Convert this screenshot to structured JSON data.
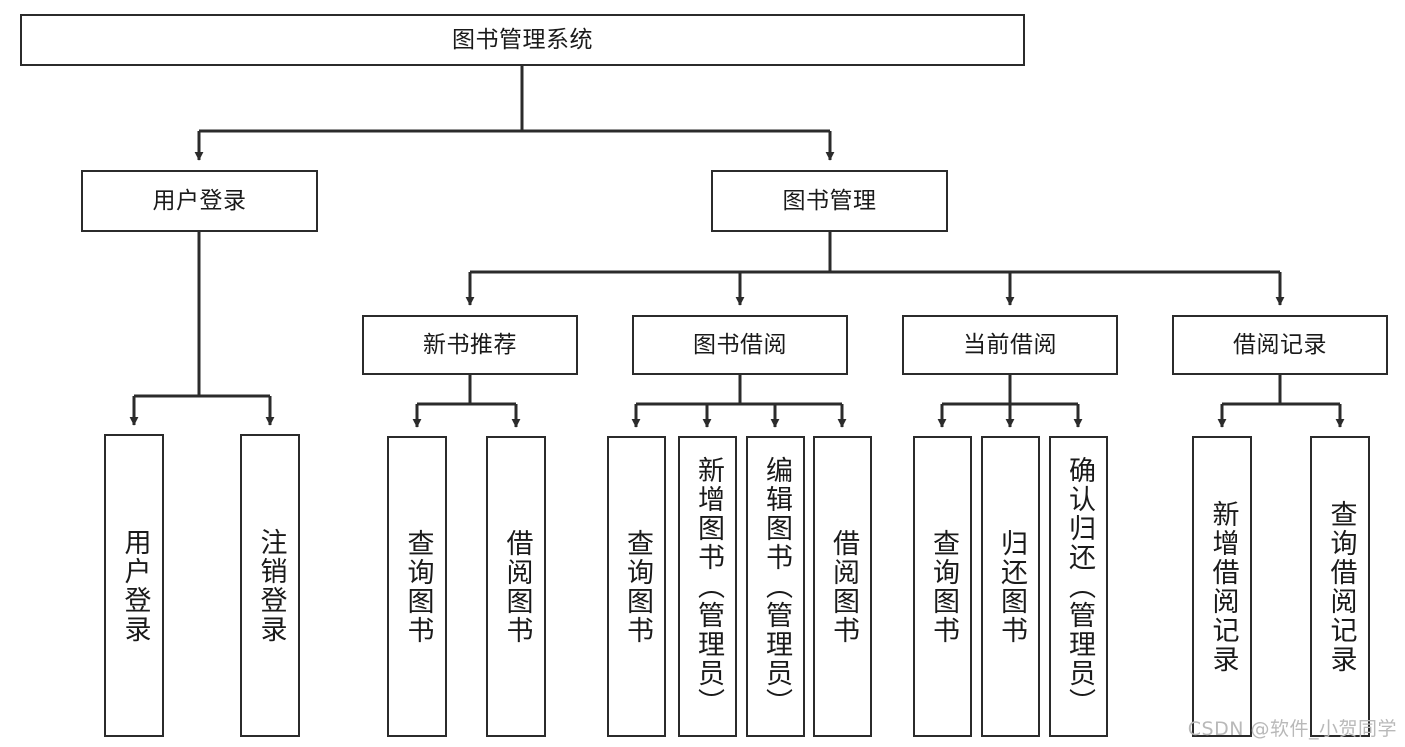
{
  "diagram": {
    "title": "图书管理系统",
    "type": "hierarchy-tree",
    "watermark": "CSDN @软件_小贺同学",
    "colors": {
      "stroke": "#2b2b2b",
      "fill": "#ffffff",
      "text": "#1a1a1a",
      "watermark": "#b9b9b9"
    },
    "nodes": {
      "root": {
        "label": "图书管理系统",
        "level": 1,
        "orientation": "horizontal"
      },
      "l2": [
        {
          "id": "user-login",
          "label": "用户登录",
          "level": 2,
          "orientation": "horizontal"
        },
        {
          "id": "book-manage",
          "label": "图书管理",
          "level": 2,
          "orientation": "horizontal"
        }
      ],
      "l3": [
        {
          "id": "new-book-recommend",
          "label": "新书推荐",
          "level": 3,
          "orientation": "horizontal"
        },
        {
          "id": "book-borrow",
          "label": "图书借阅",
          "level": 3,
          "orientation": "horizontal"
        },
        {
          "id": "current-borrow",
          "label": "当前借阅",
          "level": 3,
          "orientation": "horizontal"
        },
        {
          "id": "borrow-record",
          "label": "借阅记录",
          "level": 3,
          "orientation": "horizontal"
        }
      ],
      "leaves": {
        "user-login": [
          {
            "id": "leaf-user-login",
            "label": "用户登录"
          },
          {
            "id": "leaf-logout",
            "label": "注销登录"
          }
        ],
        "new-book-recommend": [
          {
            "id": "leaf-query-book-1",
            "label": "查询图书"
          },
          {
            "id": "leaf-borrow-book-1",
            "label": "借阅图书"
          }
        ],
        "book-borrow": [
          {
            "id": "leaf-query-book-2",
            "label": "查询图书"
          },
          {
            "id": "leaf-add-book",
            "label": "新增图书（管理员）"
          },
          {
            "id": "leaf-edit-book",
            "label": "编辑图书（管理员）"
          },
          {
            "id": "leaf-borrow-book-2",
            "label": "借阅图书"
          }
        ],
        "current-borrow": [
          {
            "id": "leaf-query-book-3",
            "label": "查询图书"
          },
          {
            "id": "leaf-return-book",
            "label": "归还图书"
          },
          {
            "id": "leaf-confirm-return",
            "label": "确认归还（管理员）"
          }
        ],
        "borrow-record": [
          {
            "id": "leaf-add-record",
            "label": "新增借阅记录"
          },
          {
            "id": "leaf-query-record",
            "label": "查询借阅记录"
          }
        ]
      }
    }
  }
}
